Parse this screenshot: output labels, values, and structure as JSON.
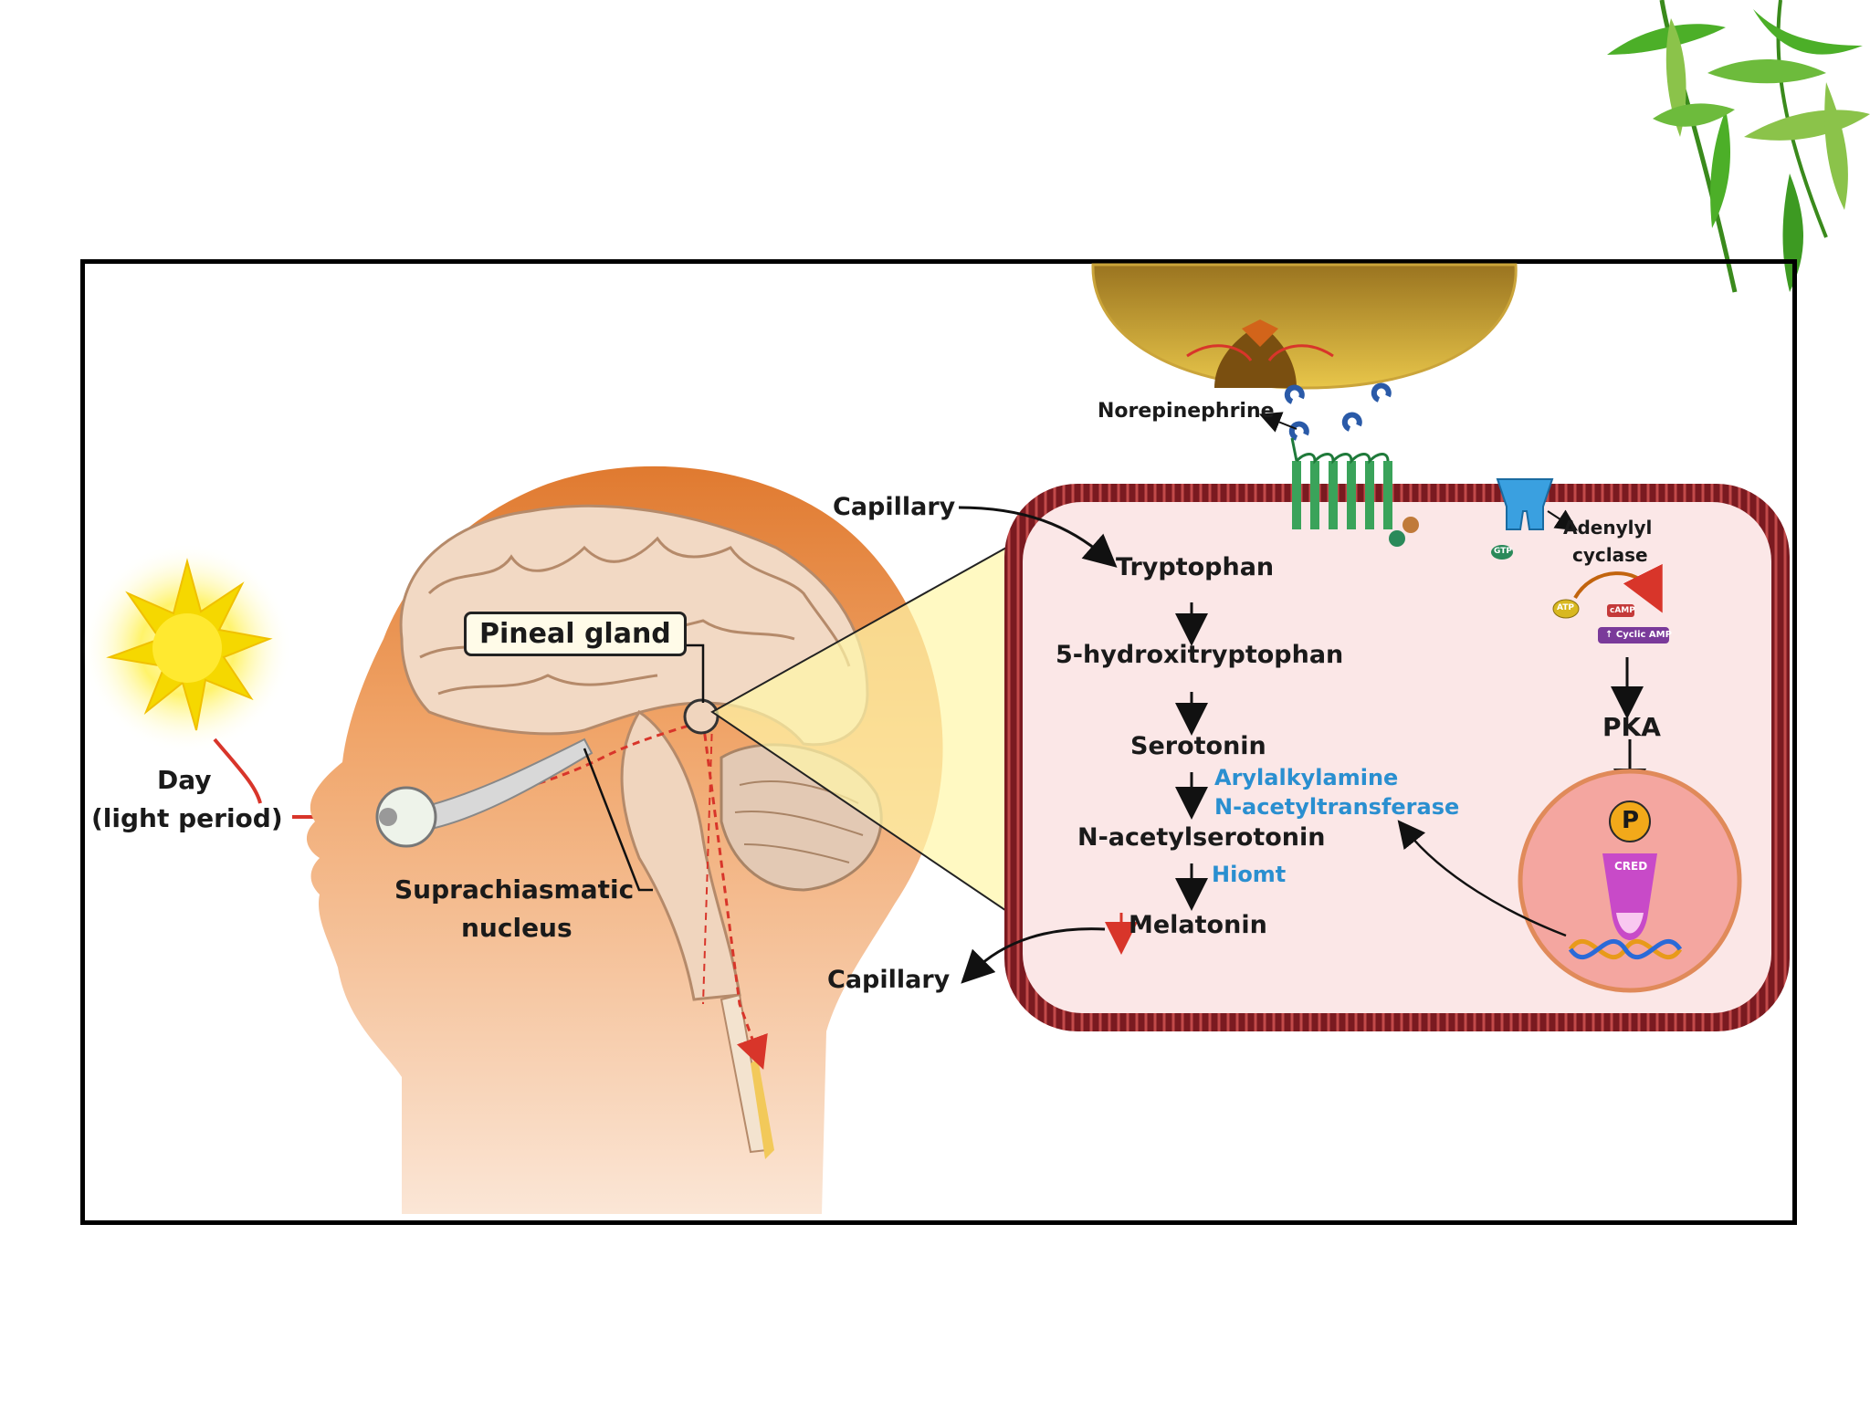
{
  "diagram": {
    "light": {
      "line1": "Day",
      "line2": "(light period)"
    },
    "brain": {
      "pineal_label": "Pineal gland",
      "scn_line1": "Suprachiasmatic",
      "scn_line2": "nucleus"
    },
    "signal": {
      "neurotransmitter": "Norepinephrine"
    },
    "cell": {
      "capillary_in": "Capillary",
      "capillary_out": "Capillary",
      "pathway": {
        "tryptophan": "Tryptophan",
        "htp": "5-hydroxitryptophan",
        "serotonin": "Serotonin",
        "enzyme1_line1": "Arylalkylamine",
        "enzyme1_line2": "N-acetyltransferase",
        "nas": "N-acetylserotonin",
        "enzyme2": "Hiomt",
        "melatonin": "Melatonin"
      },
      "cascade": {
        "adenylyl_line1": "Adenylyl",
        "adenylyl_line2": "cyclase",
        "gtp": "GTP",
        "atp": "ATP",
        "camp": "cAMP",
        "cyclic_amp": "↑ Cyclic AMP",
        "pka": "PKA",
        "p": "P",
        "cred": "CRED"
      }
    },
    "colors": {
      "frame": "#000000",
      "sun": "#f5d800",
      "head_skin": "#f4b98a",
      "head_top": "#e07a30",
      "membrane": "#7a1a20",
      "cell_fill": "#fbe7e7",
      "nucleus": "#f4a6a0",
      "enzyme_text": "#2a8fd0",
      "arrow_red": "#d8352a",
      "leaf_green": "#4caf28"
    }
  }
}
